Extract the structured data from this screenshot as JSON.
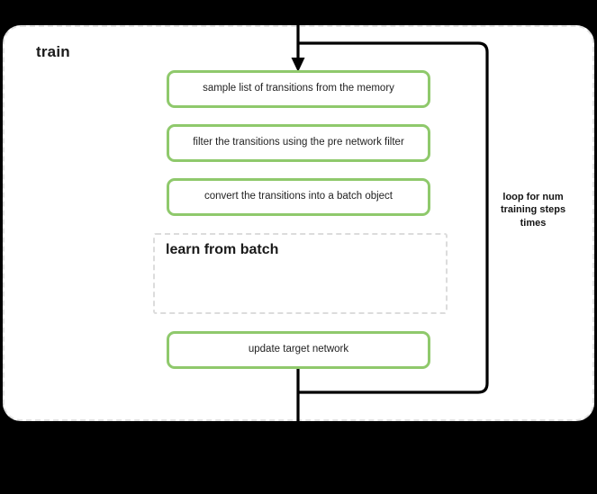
{
  "diagram": {
    "title": "train",
    "background_color": "#000000",
    "container_fill": "#ffffff",
    "accent_color": "#8fc96c",
    "dashed_border_color": "#e2e2e2",
    "connector_color": "#000000"
  },
  "steps": [
    {
      "id": "sample-transitions",
      "label": "sample list of transitions from the memory"
    },
    {
      "id": "filter-transitions",
      "label": "filter the transitions using the pre network filter"
    },
    {
      "id": "convert-transitions",
      "label": "convert the transitions into a batch object"
    },
    {
      "id": "update-target-network",
      "label": "update target network"
    }
  ],
  "subblock": {
    "id": "learn-from-batch",
    "title": "learn from batch"
  },
  "loop": {
    "label": "loop for num training steps times"
  }
}
